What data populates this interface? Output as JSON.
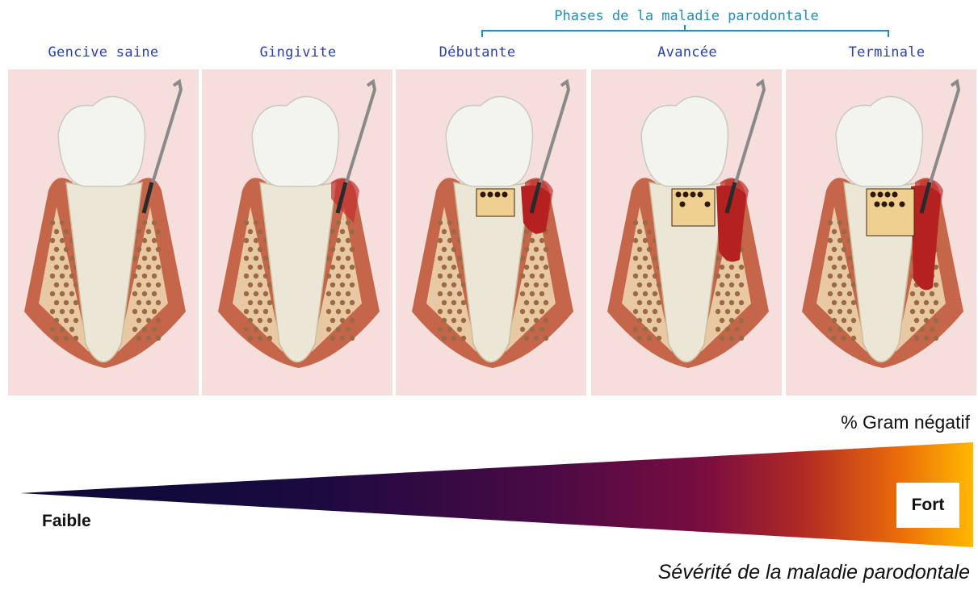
{
  "phase_title": "Phases de la maladie parodontale",
  "panels": [
    {
      "label": "Gencive saine",
      "stage": 0
    },
    {
      "label": "Gingivite",
      "stage": 1
    },
    {
      "label": "Débutante",
      "stage": 2
    },
    {
      "label": "Avancée",
      "stage": 3
    },
    {
      "label": "Terminale",
      "stage": 4
    }
  ],
  "gradient": {
    "label_top": "% Gram négatif",
    "low_label": "Faible",
    "high_label": "Fort",
    "axis_label": "Sévérité de la maladie parodontale",
    "colors": [
      "#0a0a35",
      "#2a0b45",
      "#5a0a45",
      "#8a0f3a",
      "#c43a1a",
      "#ef7a08",
      "#ffb800"
    ]
  },
  "colors": {
    "label_blue": "#2a3fb0",
    "bracket_blue": "#1f8fb8",
    "panel_bg": "#f6dedd"
  }
}
